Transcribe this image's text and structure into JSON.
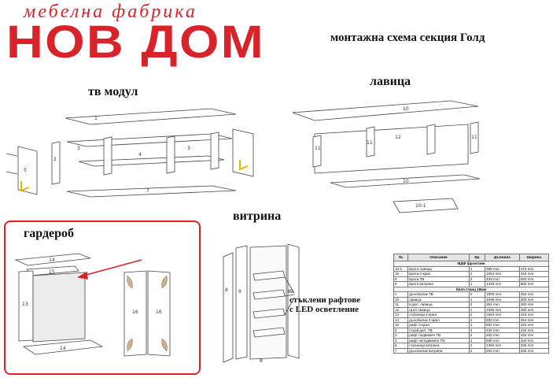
{
  "brand": {
    "tagline": "мебелна фабрика",
    "name": "НОВ ДОМ",
    "color": "#d8232a"
  },
  "title": "монтажна схема секция Голд",
  "sections": {
    "tv_module": "тв модул",
    "bench": "лавица",
    "showcase": "витрина",
    "wardrobe": "гардероб"
  },
  "showcase_note": [
    "стъклени рафтове",
    "с LED осветление"
  ],
  "part_labels": {
    "tv": [
      "1",
      "2",
      "3",
      "3",
      "4",
      "5",
      "7"
    ],
    "bench": [
      "10",
      "11",
      "11",
      "12",
      "11",
      "10",
      "10-1"
    ],
    "showcase": [
      "8",
      "9",
      "9",
      "8",
      "6"
    ],
    "wardrobe": [
      "13",
      "14",
      "15",
      "14",
      "16",
      "16"
    ]
  },
  "table": {
    "headers": [
      "№",
      "Описание",
      "Бр",
      "Дължина",
      "Ширина"
    ],
    "groups": [
      {
        "name": "МДФ фронтове",
        "rows": [
          [
            "10-1",
            "врата лавица",
            "1",
            "395 mm",
            "472 mm"
          ],
          [
            "16",
            "врати 2-крил",
            "2",
            "1654 mm",
            "446 mm"
          ],
          [
            "5",
            "врати ТВ",
            "2",
            "429 mm",
            "590 mm"
          ],
          [
            "8",
            "врата витрина",
            "1",
            "1435 mm",
            "585 mm"
          ]
        ]
      },
      {
        "name": "бяло гланц 18мм",
        "rows": [
          [
            "1",
            "дъно/капак ТВ",
            "2",
            "1800 mm",
            "454 mm"
          ],
          [
            "10",
            "лавица",
            "1",
            "1095 mm",
            "280 mm"
          ],
          [
            "11",
            "в.дел. лавица",
            "4",
            "354 mm",
            "280 mm"
          ],
          [
            "12",
            "гръб лавица",
            "1",
            "1095 mm",
            "480 mm"
          ],
          [
            "13",
            "страници 2-крил",
            "2",
            "1664 mm",
            "434 mm"
          ],
          [
            "14",
            "дъно/капак 2-крил",
            "2",
            "800 mm",
            "454 mm"
          ],
          [
            "15",
            "рафт 2-крил",
            "1",
            "864 mm",
            "434 mm"
          ],
          [
            "2",
            "страй.дел. ТВ",
            "4",
            "434 mm",
            "434 mm"
          ],
          [
            "3",
            "рафт подвижен ТВ",
            "2",
            "460 mm",
            "430 mm"
          ],
          [
            "4",
            "рафт неподвижен ТВ",
            "1",
            "890 mm",
            "434 mm"
          ],
          [
            "6",
            "страници витрина",
            "2",
            "1394 mm",
            "335 mm"
          ],
          [
            "7",
            "дъно/капак витрина",
            "2",
            "505 mm",
            "335 mm"
          ]
        ]
      }
    ]
  }
}
